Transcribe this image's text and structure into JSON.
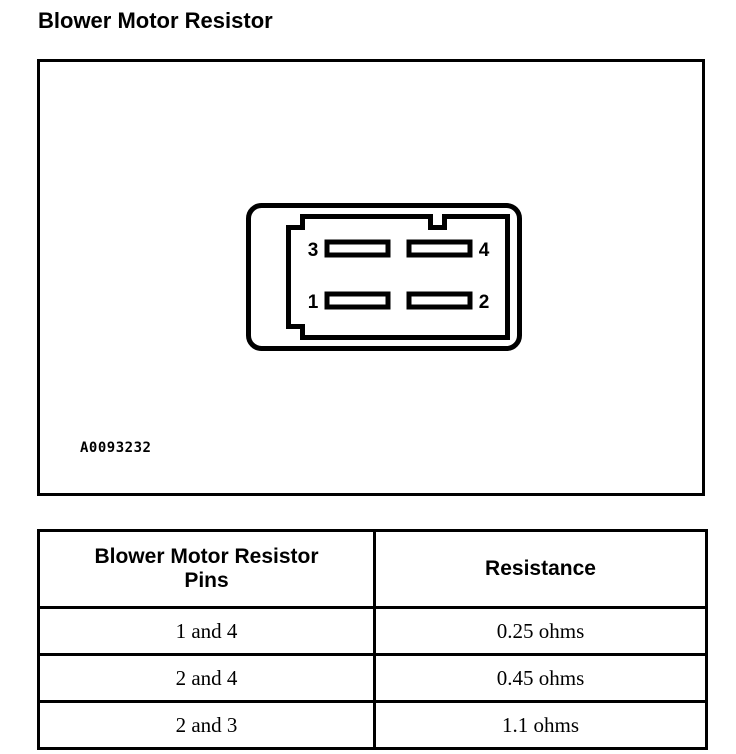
{
  "page": {
    "title": "Blower Motor Resistor"
  },
  "figure": {
    "code": "A0093232",
    "alt_name": "blower-motor-resistor-connector-diagram",
    "connector": {
      "pins": [
        {
          "number": "3",
          "label_side": "left",
          "row": "top"
        },
        {
          "number": "4",
          "label_side": "right",
          "row": "top"
        },
        {
          "number": "1",
          "label_side": "left",
          "row": "bottom"
        },
        {
          "number": "2",
          "label_side": "right",
          "row": "bottom"
        }
      ]
    }
  },
  "table": {
    "headers": {
      "pins": "Blower Motor Resistor Pins",
      "pins_line1": "Blower Motor Resistor",
      "pins_line2": "Pins",
      "resistance": "Resistance"
    },
    "rows": [
      {
        "pins": "1 and 4",
        "resistance": "0.25 ohms"
      },
      {
        "pins": "2 and 4",
        "resistance": "0.45 ohms"
      },
      {
        "pins": "2 and 3",
        "resistance": "1.1 ohms"
      }
    ]
  },
  "colors": {
    "ink": "#000000",
    "paper": "#ffffff"
  }
}
